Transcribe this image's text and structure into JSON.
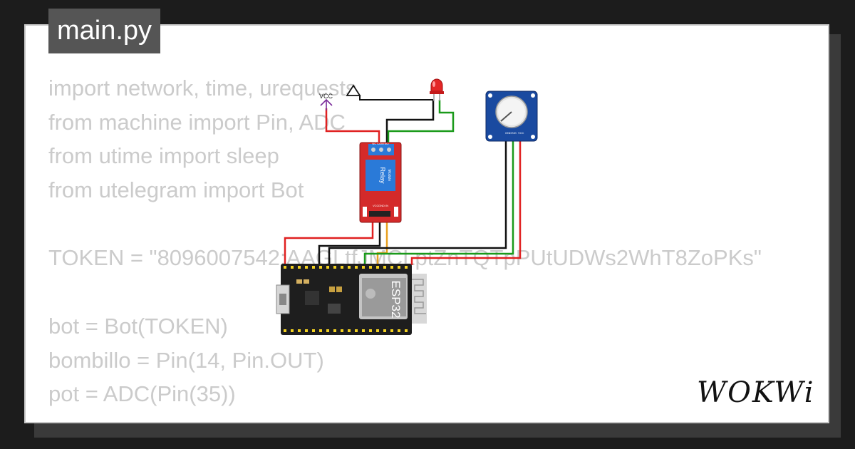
{
  "file_tab": {
    "label": "main.py"
  },
  "code_lines": [
    "import network, time, urequests",
    "from machine import Pin, ADC",
    "from utime import sleep",
    "from utelegram import Bot",
    "",
    "TOKEN = \"8096007542:AAGLtfJMCLptZnTQTpPUtUDWs2WhT8ZoPKs\"",
    "",
    "bot = Bot(TOKEN)",
    "bombillo = Pin(14, Pin.OUT)",
    "pot = ADC(Pin(35))"
  ],
  "circuit": {
    "vcc_label": "VCC",
    "relay": {
      "label": "Relay",
      "sublabel": "Module",
      "terminals": "NC COM NO",
      "pins": [
        "VCC",
        "GND",
        "IN"
      ]
    },
    "potentiometer": {
      "pins": [
        "GND",
        "SIG",
        "VCC"
      ]
    },
    "esp32": {
      "label": "ESP32"
    },
    "colors": {
      "red_wire": "#e02020",
      "black_wire": "#111111",
      "green_wire": "#1a9a1a",
      "yellow_wire": "#e8a020",
      "vcc_symbol": "#7a2a9a",
      "relay_board": "#d42a2a",
      "pot_board": "#1a4aa0",
      "esp_board": "#1e1e1e"
    }
  },
  "brand": {
    "logo_text": "WOKWi"
  }
}
